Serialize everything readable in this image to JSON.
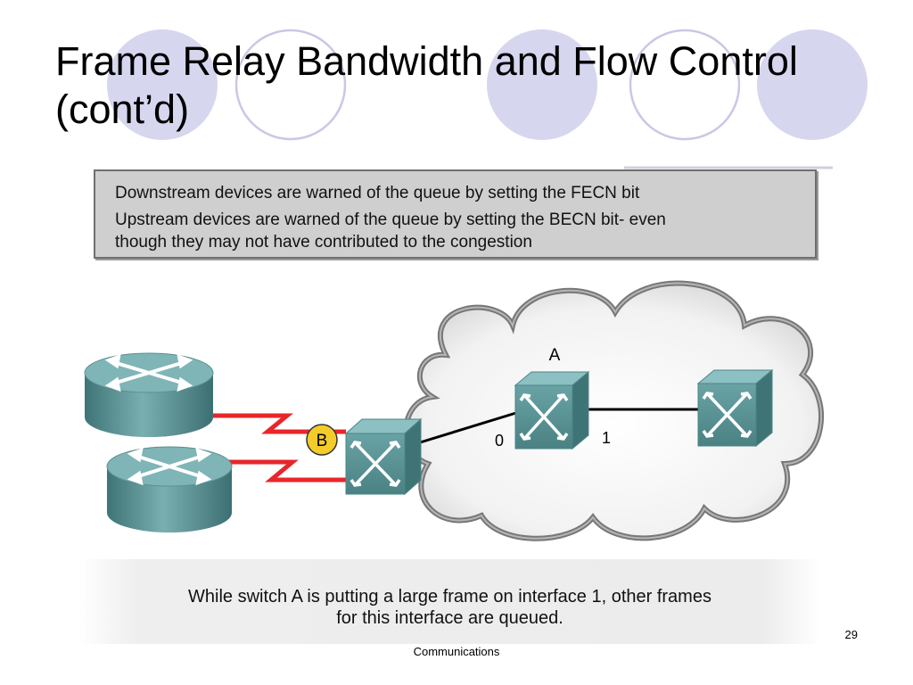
{
  "slide": {
    "title_line1": "Frame Relay Bandwidth and Flow Control",
    "title_line2": "(cont’d)",
    "info_lines": [
      "Downstream devices are warned of the queue by setting the FECN bit",
      "Upstream devices are warned of the queue by setting the BECN bit- even",
      "though they may not have contributed to the congestion"
    ],
    "diagram": {
      "switch_a_label": "A",
      "point_b_label": "B",
      "interface_0_label": "0",
      "interface_1_label": "1"
    },
    "caption_line1": "While switch A is putting a large frame on interface 1, other frames",
    "caption_line2": "for this interface are queued.",
    "page_number": "29",
    "footer": "Communications"
  },
  "colors": {
    "circle_fill": "#d6d6ef",
    "circle_stroke": "#c8c8e6",
    "info_box": "#cfcfcf",
    "serial_link": "#e8262a",
    "b_marker": "#f3cc2a",
    "device_teal": "#5e9a9c"
  }
}
